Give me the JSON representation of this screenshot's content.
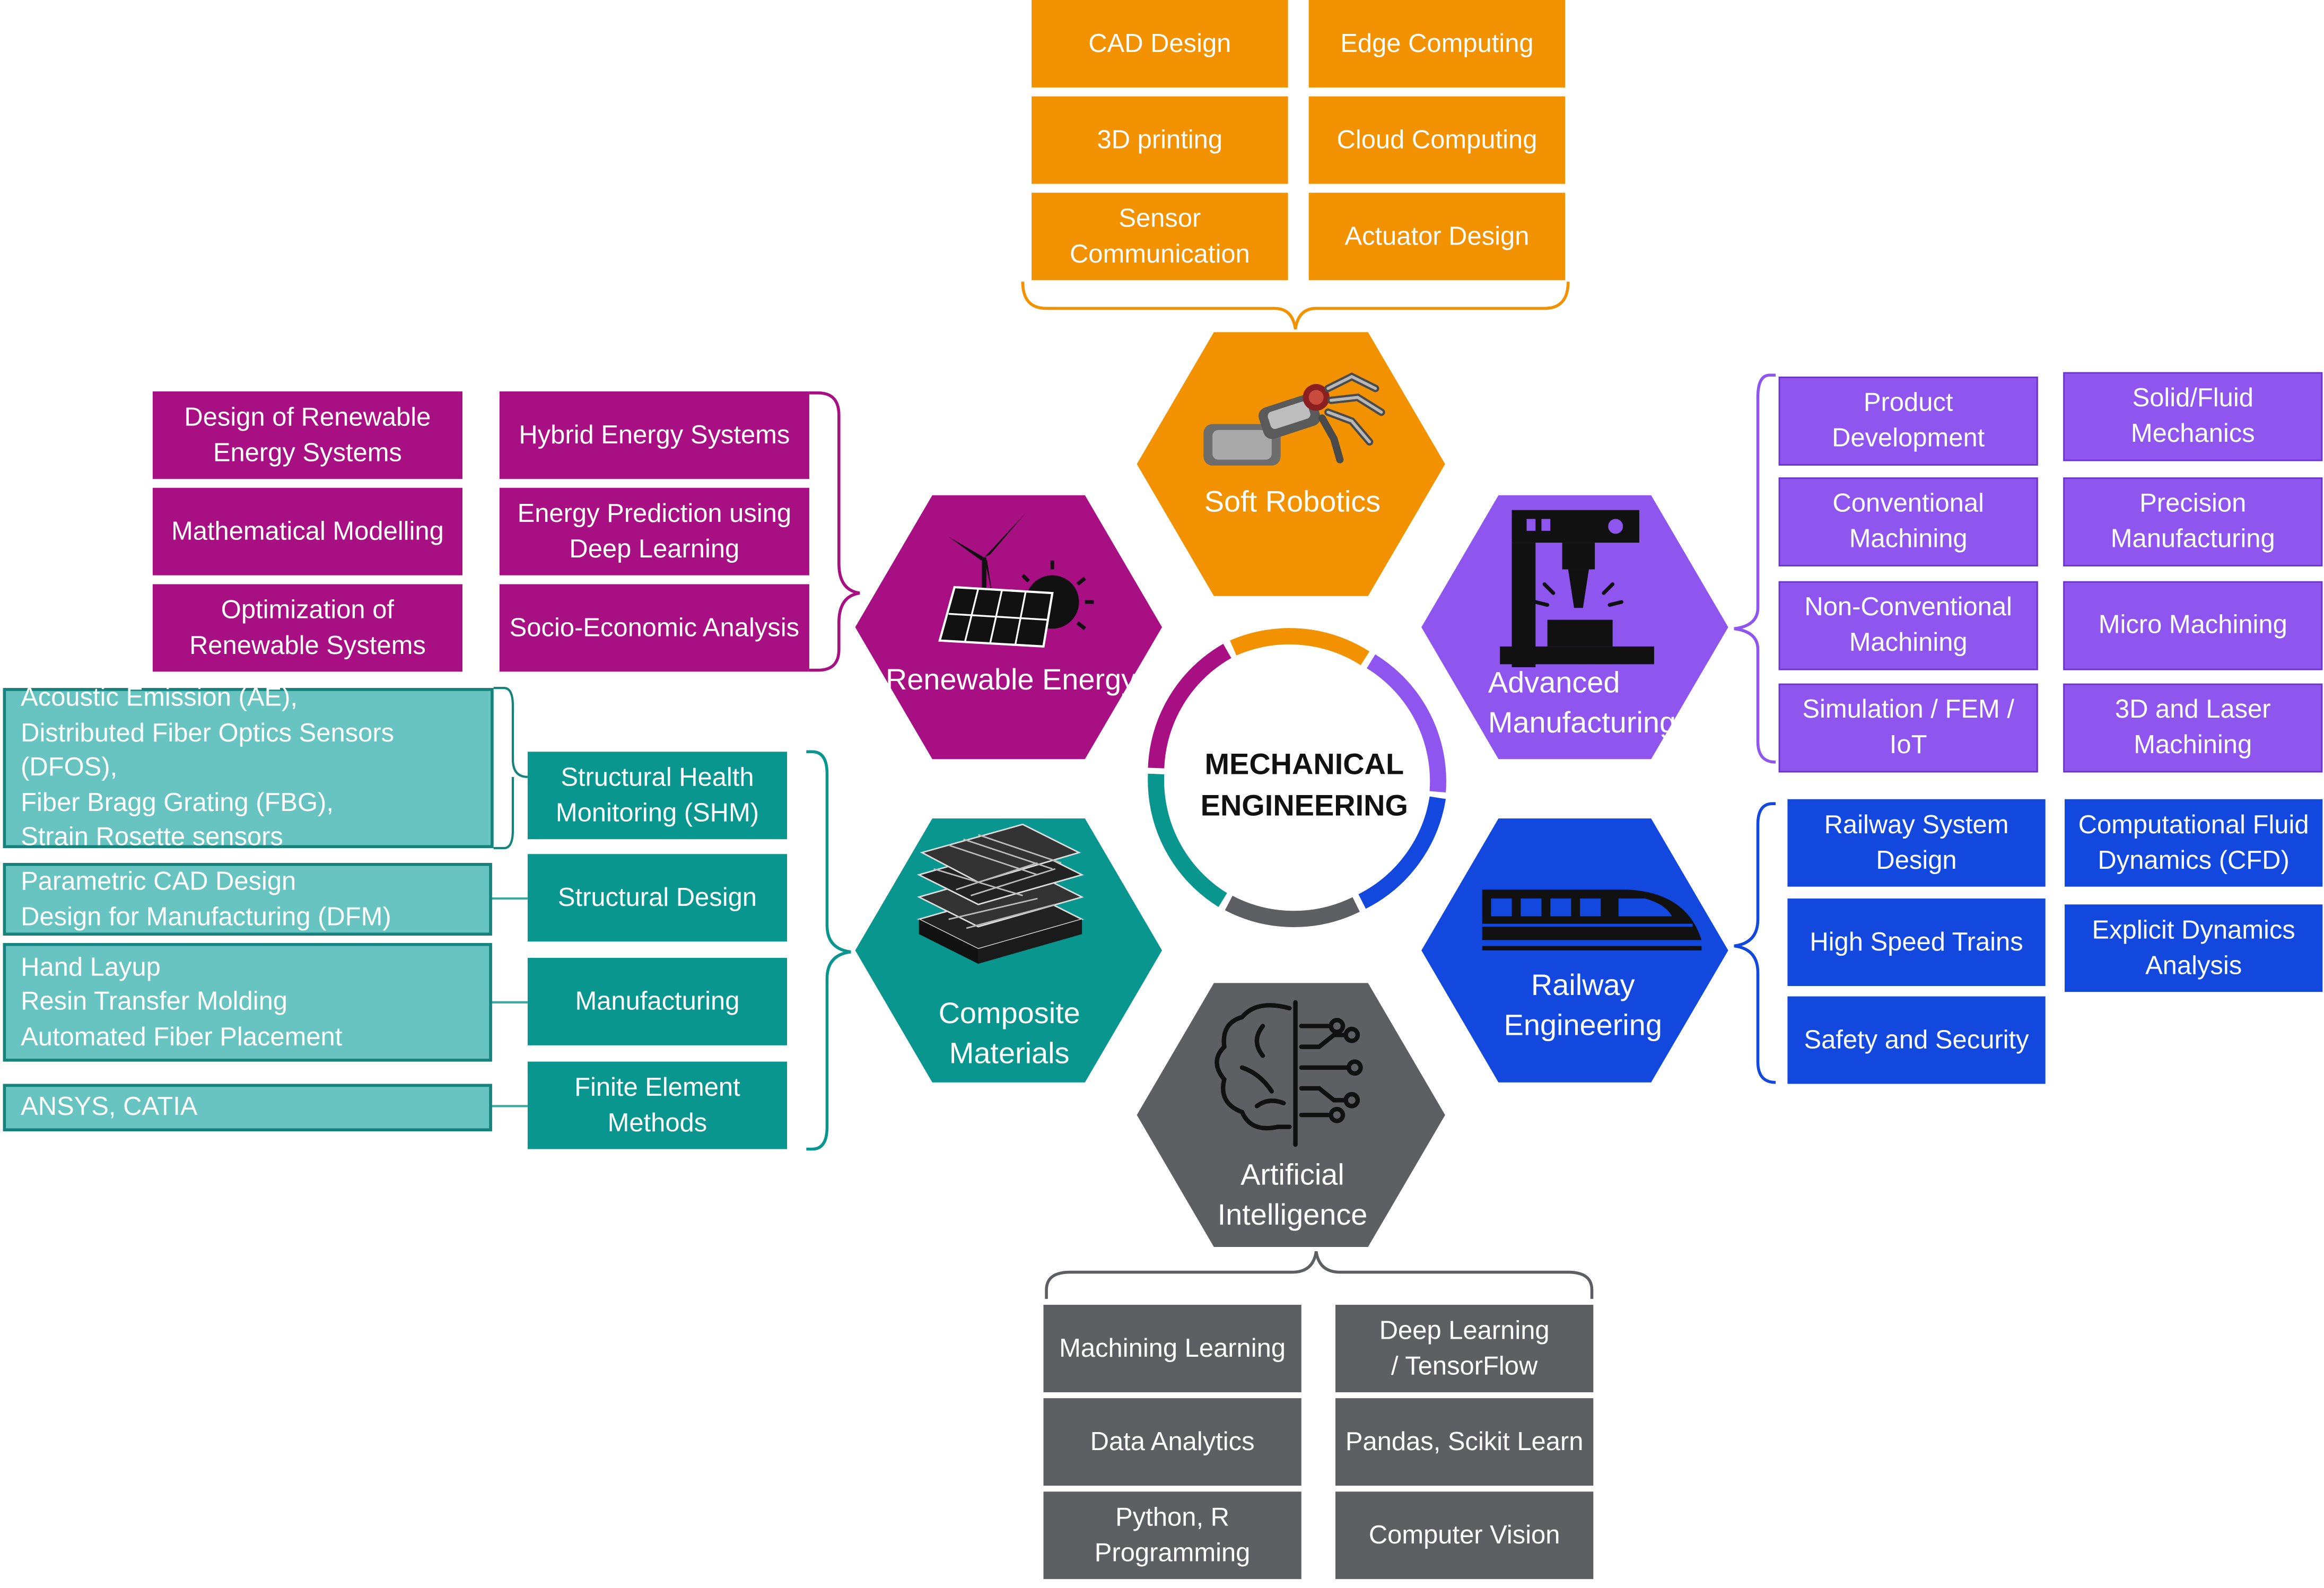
{
  "center": {
    "title": "MECHANICAL\nENGINEERING"
  },
  "colors": {
    "soft_robotics": "#F39200",
    "renewable_energy": "#A70F82",
    "advanced_manufacturing": "#8E55EF",
    "composite_materials": "#08968F",
    "composite_details": "#67C4C0",
    "railway_engineering": "#1248DE",
    "artificial_intelligence": "#5E5F62"
  },
  "hexagons": {
    "soft_robotics": {
      "label": "Soft Robotics",
      "icon": "robotic-arm-icon"
    },
    "renewable_energy": {
      "label": "Renewable Energy",
      "icon": "solar-wind-icon"
    },
    "advanced_manufacturing": {
      "label": "Advanced\nManufacturing",
      "icon": "cnc-machine-icon"
    },
    "composite_materials": {
      "label": "Composite\nMaterials",
      "icon": "composite-layers-icon"
    },
    "railway_engineering": {
      "label": "Railway\nEngineering",
      "icon": "train-icon"
    },
    "artificial_intelligence": {
      "label": "Artificial\nIntelligence",
      "icon": "brain-circuit-icon"
    }
  },
  "soft_robotics": {
    "items": [
      "CAD Design",
      "Edge Computing",
      "3D printing",
      "Cloud Computing",
      "Sensor\nCommunication",
      "Actuator Design"
    ]
  },
  "renewable_energy": {
    "items": [
      "Design of Renewable\nEnergy Systems",
      "Hybrid Energy Systems",
      "Mathematical Modelling",
      "Energy Prediction using\nDeep Learning",
      "Optimization of\nRenewable Systems",
      "Socio-Economic Analysis"
    ]
  },
  "advanced_manufacturing": {
    "items": [
      "Product\nDevelopment",
      "Solid/Fluid\nMechanics",
      "Conventional\nMachining",
      "Precision\nManufacturing",
      "Non-Conventional\nMachining",
      "Micro Machining",
      "Simulation / FEM /\nIoT",
      "3D and Laser\nMachining"
    ]
  },
  "composite_materials": {
    "items": [
      "Structural Health\nMonitoring (SHM)",
      "Structural Design",
      "Manufacturing",
      "Finite Element\nMethods"
    ],
    "details": [
      "Acoustic Emission (AE),\nDistributed Fiber Optics Sensors (DFOS),\nFiber Bragg Grating (FBG),\nStrain Rosette sensors",
      "Parametric CAD Design\nDesign for Manufacturing (DFM)",
      "Hand Layup\nResin Transfer Molding\nAutomated Fiber Placement",
      "ANSYS, CATIA"
    ]
  },
  "railway_engineering": {
    "items": [
      "Railway System\nDesign",
      "Computational Fluid\nDynamics (CFD)",
      "High Speed Trains",
      "Explicit Dynamics\nAnalysis",
      "Safety and Security"
    ]
  },
  "artificial_intelligence": {
    "items": [
      "Machining Learning",
      "Deep Learning\n/ TensorFlow",
      "Data Analytics",
      "Pandas, Scikit Learn",
      "Python, R\nProgramming",
      "Computer Vision"
    ]
  }
}
